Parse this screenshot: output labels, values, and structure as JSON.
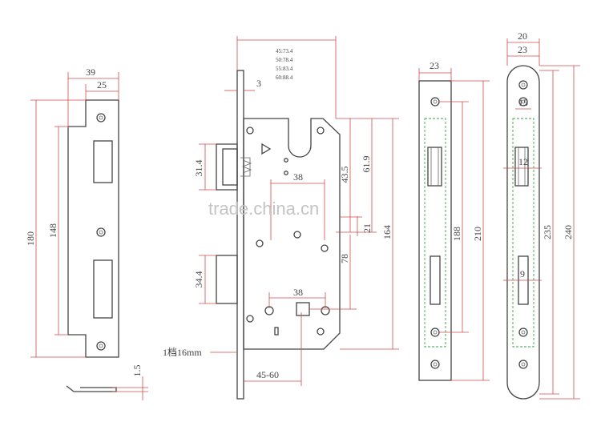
{
  "watermark": "trade.china.cn",
  "strike_plate": {
    "width_outer": "39",
    "width_inner": "25",
    "height_outer": "180",
    "height_inner": "148",
    "thickness": "1.5"
  },
  "lock_body": {
    "backset_options": [
      "45:73.4",
      "50:78.4",
      "55:83.4",
      "60:88.4"
    ],
    "faceplate_offset": "3",
    "latch_height": "31.4",
    "latch_spacing": "38",
    "latch_depth": "43.5",
    "case_depth": "61.9",
    "spindle_to_hub": "21",
    "body_height": "164",
    "spindle_to_cylinder": "78",
    "deadbolt_height": "34.4",
    "cylinder_spacing": "38",
    "backset_range": "45-60",
    "bolt_throw_label": "1档16mm"
  },
  "faceplate_square": {
    "width": "23",
    "inner_height": "188",
    "height": "210"
  },
  "faceplate_round": {
    "width_outer": "20",
    "width_inner": "23",
    "latch_width": "15",
    "latch_depth": "12",
    "bolt_width": "9",
    "inner_height": "235",
    "height": "240"
  }
}
